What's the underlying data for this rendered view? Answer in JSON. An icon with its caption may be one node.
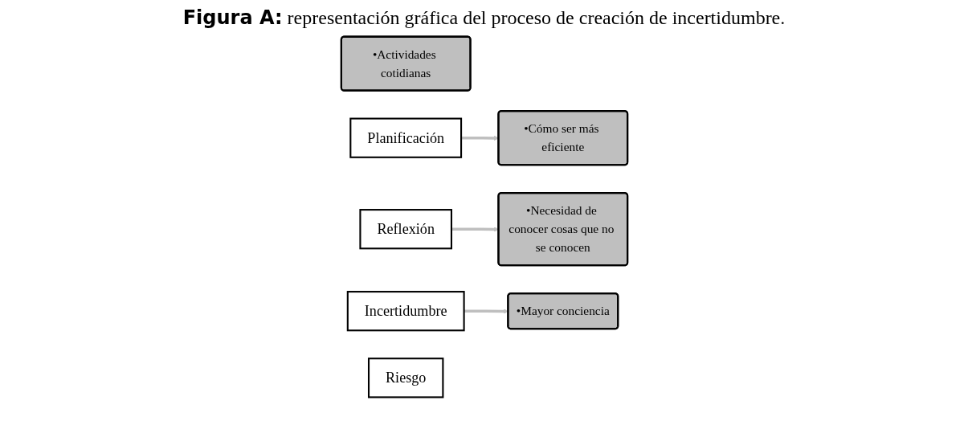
{
  "diagram": {
    "title": "**Figura A:** representación gráfica del proceso de creación de incertidumbre.",
    "nodes": [
      {
        "text": [
          "•Actividades cotidianas"
        ]
      },
      {
        "text": [
          "Planificación"
        ]
      },
      {
        "text": [
          "Reflexión"
        ]
      },
      {
        "text": [
          "•Cómo ser más eficiente"
        ]
      },
      {
        "text": [
          "•Necesidad de conocer cosas que no se conocen"
        ]
      },
      {
        "text": [
          "Incertidumbre"
        ]
      },
      {
        "text": [
          "Riesgo"
        ]
      },
      {
        "text": [
          "•Mayor conciencia"
        ]
      }
    ],
    "edges": [
      {
        "from": 1,
        "to": 3,
        "arrow": "to"
      },
      {
        "from": 2,
        "to": 4,
        "arrow": "to"
      },
      {
        "from": 5,
        "to": 7,
        "arrow": "to"
      }
    ]
  }
}
